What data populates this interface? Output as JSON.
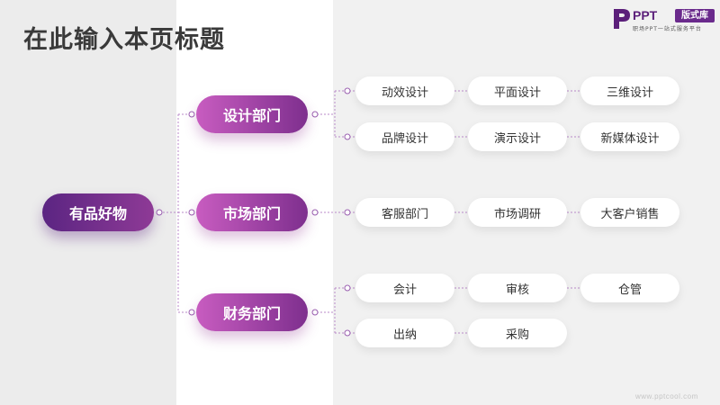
{
  "title": "在此输入本页标题",
  "logo": {
    "brand": "PPT",
    "badge": "版式库",
    "tagline": "职场PPT一站式服务平台"
  },
  "root": "有品好物",
  "departments": [
    {
      "name": "设计部门",
      "items": [
        "动效设计",
        "平面设计",
        "三维设计",
        "品牌设计",
        "演示设计",
        "新媒体设计"
      ]
    },
    {
      "name": "市场部门",
      "items": [
        "客服部门",
        "市场调研",
        "大客户销售"
      ]
    },
    {
      "name": "财务部门",
      "items": [
        "会计",
        "审核",
        "仓管",
        "出纳",
        "采购"
      ]
    }
  ],
  "footer": "www.pptcool.com",
  "colors": {
    "accent_dark": "#5b2582",
    "accent_light": "#c85cc0",
    "line": "#b98ac9"
  }
}
